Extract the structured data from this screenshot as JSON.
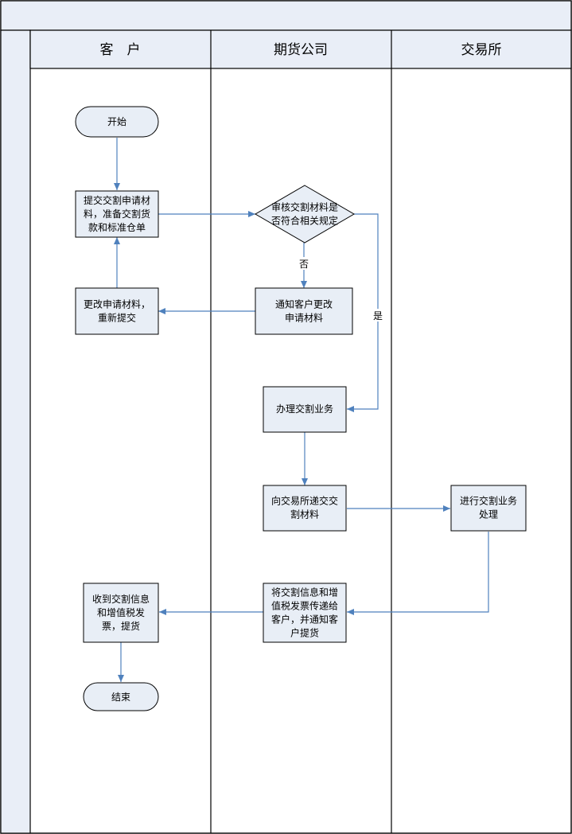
{
  "lanes": {
    "customer": "客　户",
    "futures_company": "期货公司",
    "exchange": "交易所"
  },
  "nodes": {
    "start": [
      "开始"
    ],
    "submit": [
      "提交交割申请材",
      "料，准备交割货",
      "款和标准仓单"
    ],
    "review": [
      "审核交割材料是",
      "否符合相关规定"
    ],
    "modify": [
      "更改申请材料，",
      "重新提交"
    ],
    "notify": [
      "通知客户更改",
      "申请材料"
    ],
    "handle": [
      "办理交割业务"
    ],
    "deliver_materials": [
      "向交易所递交交",
      "割材料"
    ],
    "exchange_process": [
      "进行交割业务",
      "处理"
    ],
    "pass_info": [
      "将交割信息和增",
      "值税发票传递给",
      "客户，并通知客",
      "户提货"
    ],
    "receive": [
      "收到交割信息",
      "和增值税发",
      "票，提货"
    ],
    "end": [
      "结束"
    ]
  },
  "edge_labels": {
    "no": "否",
    "yes": "是"
  }
}
